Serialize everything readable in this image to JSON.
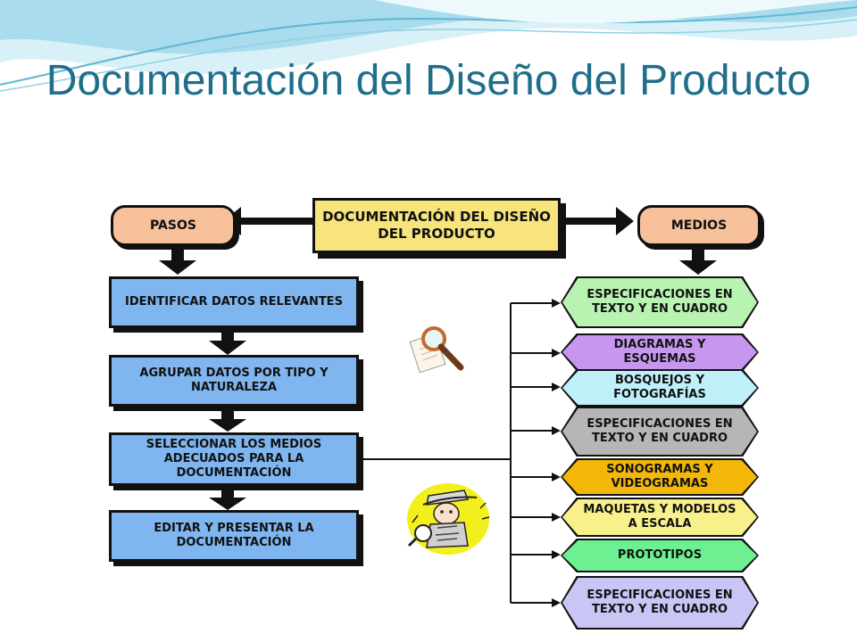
{
  "title": "Documentación del Diseño del Producto",
  "diagram": {
    "center": "DOCUMENTACIÓN DEL DISEÑO DEL PRODUCTO",
    "pasos_label": "PASOS",
    "medios_label": "MEDIOS",
    "pasos": [
      "IDENTIFICAR DATOS RELEVANTES",
      "AGRUPAR DATOS POR TIPO Y NATURALEZA",
      "SELECCIONAR LOS MEDIOS ADECUADOS PARA LA DOCUMENTACIÓN",
      "EDITAR Y PRESENTAR LA DOCUMENTACIÓN"
    ],
    "medios": [
      {
        "label": "ESPECIFICACIONES EN TEXTO Y EN CUADRO",
        "color": "#b9f3b1"
      },
      {
        "label": "DIAGRAMAS Y ESQUEMAS",
        "color": "#c797f0"
      },
      {
        "label": "BOSQUEJOS Y FOTOGRAFÍAS",
        "color": "#bfeff8"
      },
      {
        "label": "ESPECIFICACIONES EN TEXTO Y EN CUADRO",
        "color": "#b6b6b6"
      },
      {
        "label": "SONOGRAMAS Y VIDEOGRAMAS",
        "color": "#f3b70a"
      },
      {
        "label": "MAQUETAS Y MODELOS A ESCALA",
        "color": "#f7f08b"
      },
      {
        "label": "PROTOTIPOS",
        "color": "#6df091"
      },
      {
        "label": "ESPECIFICACIONES EN TEXTO Y EN CUADRO",
        "color": "#c9c6f6"
      }
    ],
    "icons": [
      "magnifier-icon",
      "detective-icon"
    ]
  },
  "theme": {
    "title_color": "#1f6f8b",
    "wave_light": "#bfe7f2",
    "wave_dark": "#5fb7d3",
    "step_color": "#7fb6f0",
    "pill_color": "#f6c19b",
    "center_color": "#f7e47c"
  }
}
